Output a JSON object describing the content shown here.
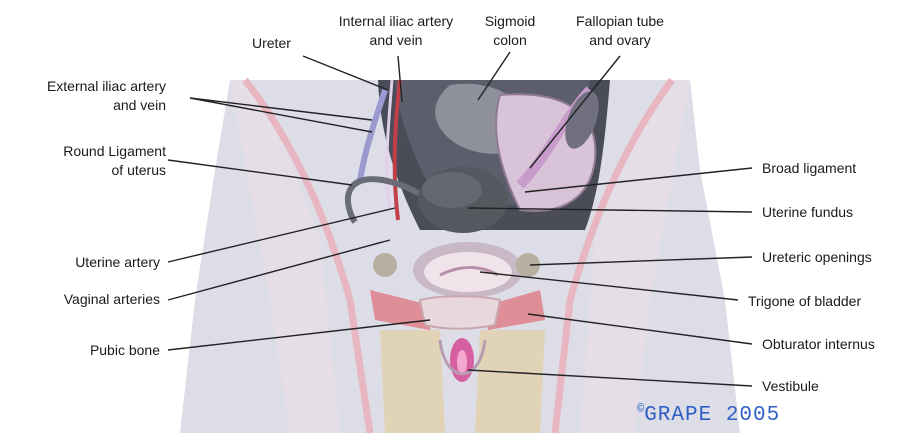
{
  "labels": {
    "ureter": "Ureter",
    "internal_iliac_1": "Internal iliac artery",
    "internal_iliac_2": "and vein",
    "sigmoid_1": "Sigmoid",
    "sigmoid_2": "colon",
    "fallopian_1": "Fallopian tube",
    "fallopian_2": "and ovary",
    "external_iliac_1": "External iliac artery",
    "external_iliac_2": "and vein",
    "round_ligament_1": "Round Ligament",
    "round_ligament_2": "of uterus",
    "uterine_artery": "Uterine artery",
    "vaginal_arteries": "Vaginal arteries",
    "pubic_bone": "Pubic bone",
    "broad_ligament": "Broad ligament",
    "uterine_fundus": "Uterine fundus",
    "ureteric_openings": "Ureteric openings",
    "trigone": "Trigone of bladder",
    "obturator": "Obturator internus",
    "vestibule": "Vestibule"
  },
  "credit": {
    "symbol": "©",
    "text": "GRAPE 2005"
  },
  "colors": {
    "body": "#dddde8",
    "muscle": "#e3a6ad",
    "bladder": "#f0e4ea",
    "uterus": "#55585f",
    "pelvic_cavity": "#383a46",
    "bone": "#e1d3b6",
    "credit": "#2f5fc4"
  }
}
